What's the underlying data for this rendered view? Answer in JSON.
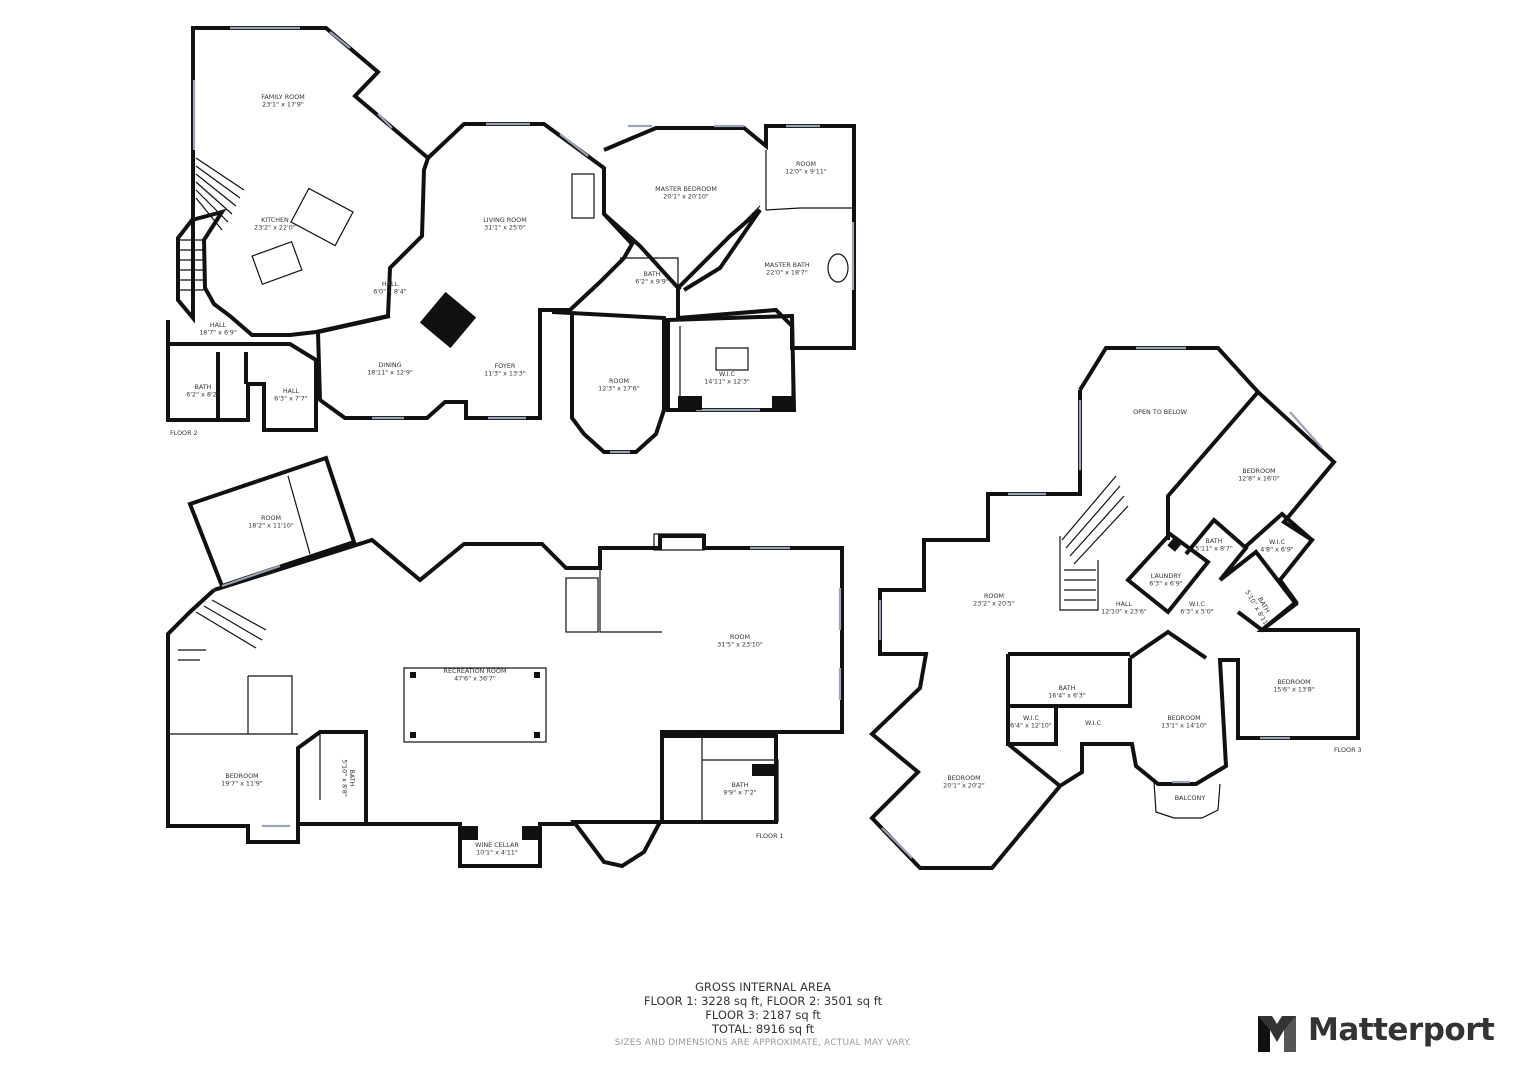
{
  "floors": [
    {
      "label": "FLOOR 2",
      "rooms": [
        {
          "name": "FAMILY ROOM",
          "dims": "23'1\" x 17'9\""
        },
        {
          "name": "KITCHEN",
          "dims": "23'2\" x 22'0\""
        },
        {
          "name": "LIVING ROOM",
          "dims": "31'1\" x 25'0\""
        },
        {
          "name": "MASTER BEDROOM",
          "dims": "20'1\" x 20'10\""
        },
        {
          "name": "ROOM",
          "dims": "12'0\" x 9'11\""
        },
        {
          "name": "MASTER BATH",
          "dims": "22'0\" x 18'7\""
        },
        {
          "name": "BATH",
          "dims": "6'2\" x 9'9\""
        },
        {
          "name": "HALL",
          "dims": "6'0\" x 8'4\""
        },
        {
          "name": "HALL",
          "dims": "18'7\" x 6'9\""
        },
        {
          "name": "BATH",
          "dims": "6'2\" x 8'2\""
        },
        {
          "name": "HALL",
          "dims": "6'3\" x 7'7\""
        },
        {
          "name": "DINING",
          "dims": "18'11\" x 12'9\""
        },
        {
          "name": "FOYER",
          "dims": "11'3\" x 13'3\""
        },
        {
          "name": "ROOM",
          "dims": "12'3\" x 17'6\""
        },
        {
          "name": "W.I.C",
          "dims": "14'11\" x 12'3\""
        }
      ]
    },
    {
      "label": "FLOOR 1",
      "rooms": [
        {
          "name": "ROOM",
          "dims": "18'2\" x 11'10\""
        },
        {
          "name": "ROOM",
          "dims": "31'5\" x 23'10\""
        },
        {
          "name": "RECREATION ROOM",
          "dims": "47'6\" x 36'7\""
        },
        {
          "name": "BEDROOM",
          "dims": "19'7\" x 11'9\""
        },
        {
          "name": "BATH",
          "dims": "5'10\" x 8'8\""
        },
        {
          "name": "BATH",
          "dims": "9'9\" x 7'2\""
        },
        {
          "name": "WINE CELLAR",
          "dims": "10'1\" x 4'11\""
        }
      ]
    },
    {
      "label": "FLOOR 3",
      "rooms": [
        {
          "name": "OPEN TO BELOW",
          "dims": ""
        },
        {
          "name": "BEDROOM",
          "dims": "12'8\" x 16'0\""
        },
        {
          "name": "BATH",
          "dims": "5'11\" x 8'7\""
        },
        {
          "name": "W.I.C",
          "dims": "4'8\" x 6'9\""
        },
        {
          "name": "LAUNDRY",
          "dims": "6'3\" x 6'9\""
        },
        {
          "name": "W.I.C",
          "dims": "6'3\" x 5'0\""
        },
        {
          "name": "BATH",
          "dims": "5'10\" x 8'11\""
        },
        {
          "name": "ROOM",
          "dims": "23'2\" x 20'5\""
        },
        {
          "name": "HALL",
          "dims": "12'10\" x 23'6\""
        },
        {
          "name": "BEDROOM",
          "dims": "15'6\" x 13'8\""
        },
        {
          "name": "BATH",
          "dims": "16'4\" x 6'3\""
        },
        {
          "name": "W.I.C",
          "dims": "6'4\" x 12'10\""
        },
        {
          "name": "W.I.C",
          "dims": ""
        },
        {
          "name": "BEDROOM",
          "dims": "13'1\" x 14'10\""
        },
        {
          "name": "BEDROOM",
          "dims": "20'1\" x 20'2\""
        },
        {
          "name": "BALCONY",
          "dims": ""
        }
      ]
    }
  ],
  "summary": {
    "title": "GROSS INTERNAL AREA",
    "line1": "FLOOR 1: 3228 sq ft, FLOOR 2: 3501 sq ft",
    "line2": "FLOOR 3: 2187 sq ft",
    "total": "TOTAL: 8916 sq ft",
    "disclaimer": "SIZES AND DIMENSIONS ARE APPROXIMATE, ACTUAL MAY VARY."
  },
  "brand": {
    "name": "Matterport",
    "icon": "matterport-logo-icon",
    "color": "#333333"
  },
  "colors": {
    "wall": "#111111",
    "window": "#9aa3b8",
    "background": "#ffffff"
  }
}
